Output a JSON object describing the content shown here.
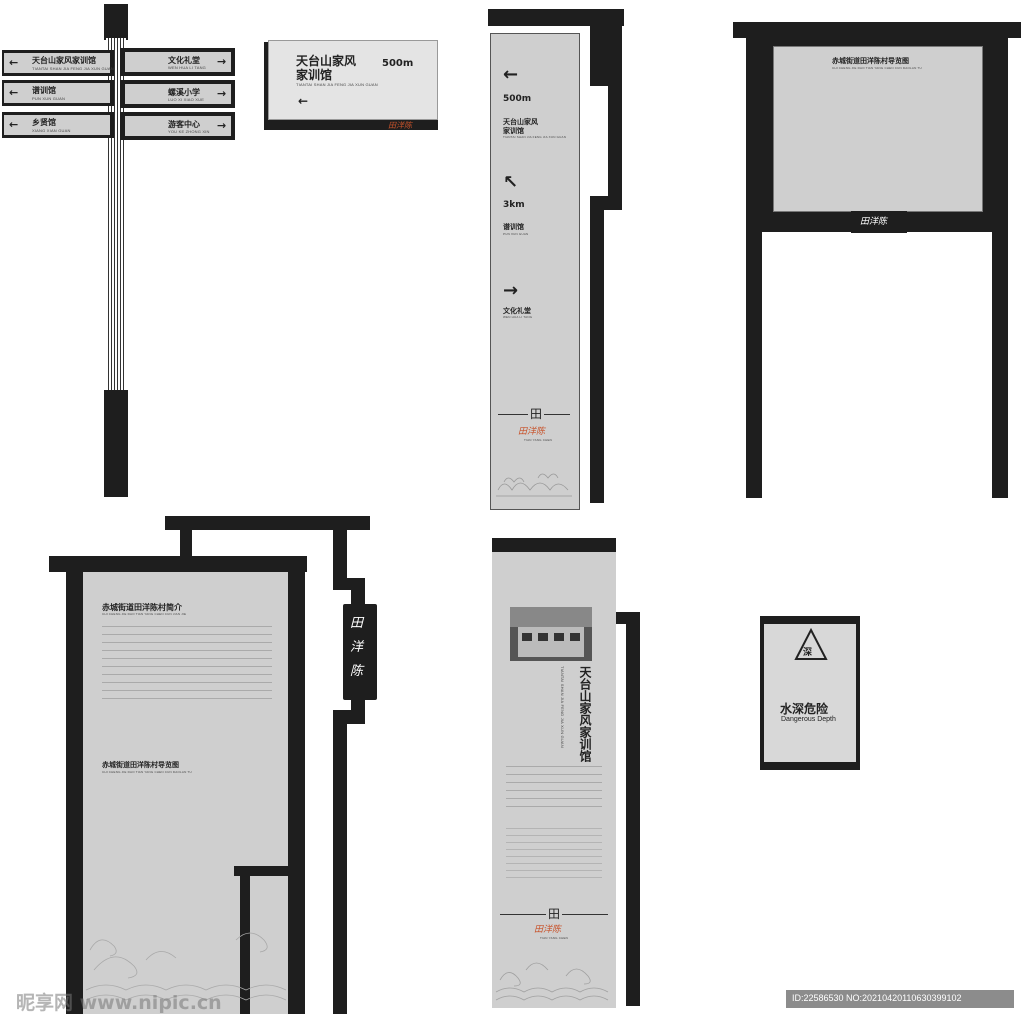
{
  "signpost": {
    "left": [
      {
        "zh": "天台山家风家训馆",
        "py": "TIANTAI SHAN JIA FENG JIA XUN GUAN",
        "arrow": "←"
      },
      {
        "zh": "谱训馆",
        "py": "PUN XUN GUAN",
        "arrow": "←"
      },
      {
        "zh": "乡贤馆",
        "py": "XIANG XIAN GUAN",
        "arrow": "←"
      }
    ],
    "right": [
      {
        "zh": "文化礼堂",
        "py": "WEN HUA LI TANG",
        "arrow": "→"
      },
      {
        "zh": "螺溪小学",
        "py": "LUO XI XIAO XUE",
        "arrow": "→"
      },
      {
        "zh": "游客中心",
        "py": "YOU KE ZHONG XIN",
        "arrow": "→"
      }
    ]
  },
  "wall_sign": {
    "title1": "天台山家风",
    "title2": "家训馆",
    "distance": "500m",
    "pinyin": "TIANTAI SHAN JIA FENG JIA XUN GUAN",
    "arrow": "←",
    "logo": "田洋陈"
  },
  "tall_sign": {
    "items": [
      {
        "arrow": "←",
        "dist": "500m",
        "zh1": "天台山家风",
        "zh2": "家训馆",
        "py": "TIANTAI SHAN JIA FENG JIA XUN GUAN"
      },
      {
        "arrow": "↖",
        "dist": "3km",
        "zh1": "谱训馆",
        "zh2": "",
        "py": "PUN XUN GUAN"
      },
      {
        "arrow": "→",
        "dist": "",
        "zh1": "文化礼堂",
        "zh2": "",
        "py": "WEN HUA LI TANG"
      }
    ],
    "emblem": "田",
    "logo": "田洋陈",
    "logo_py": "TIAN YANG CHEN"
  },
  "board": {
    "title": "赤城街道田洋陈村导览图",
    "py": "CHI CHENG JIE DAO TIAN YANG CHEN CUN DAOLAN TU",
    "logo": "田洋陈"
  },
  "intro_board": {
    "title": "赤城街道田洋陈村简介",
    "title_py": "CHI CHENG JIE DAO TIAN YANG CHEN CUN JIAN JIE",
    "map_title": "赤城街道田洋陈村导览图",
    "map_py": "CHI CHENG JIE DAO TIAN YANG CHEN CUN DAOLAN TU",
    "side_logo": "田洋陈"
  },
  "museum_panel": {
    "title": "天台山家风家训馆",
    "title_py": "TIANTAI SHAN JIA FENG JIA XUN GUAN",
    "emblem": "田",
    "logo": "田洋陈",
    "logo_py": "TIAN YANG CHEN"
  },
  "danger_sign": {
    "icon_char": "深",
    "zh": "水深危险",
    "en": "Dangerous Depth"
  },
  "watermark": {
    "site": "昵享网 www.nipic.cn",
    "id": "ID:22586530 NO:20210420110630399102"
  },
  "colors": {
    "frame": "#1e1e1e",
    "panel": "#cfcfcf",
    "accent": "#c8532b"
  }
}
